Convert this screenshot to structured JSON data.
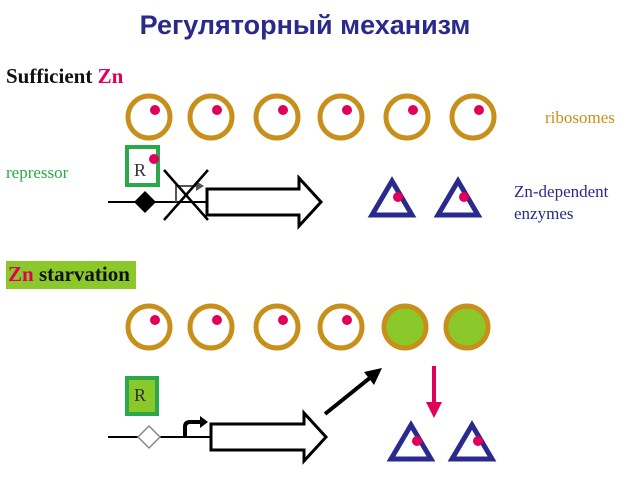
{
  "title": "Регуляторный механизм",
  "sections": {
    "sufficient": {
      "prefix": "Sufficient ",
      "metal": "Zn"
    },
    "starvation": {
      "metal": "Zn",
      "suffix": " starvation"
    }
  },
  "labels": {
    "ribosomes": "ribosomes",
    "repressor": "repressor",
    "enzymes_line1": "Zn-dependent",
    "enzymes_line2": "enzymes",
    "repressor_letter_top": "R",
    "repressor_letter_bottom": "R"
  },
  "colors": {
    "title": "#2a2a8c",
    "ribosome_ring": "#c8901a",
    "zinc": "#e0005a",
    "repressor_green": "#2aa84a",
    "starved_ribosome_fill": "#8bc82a",
    "enzyme": "#2a2a8c"
  }
}
